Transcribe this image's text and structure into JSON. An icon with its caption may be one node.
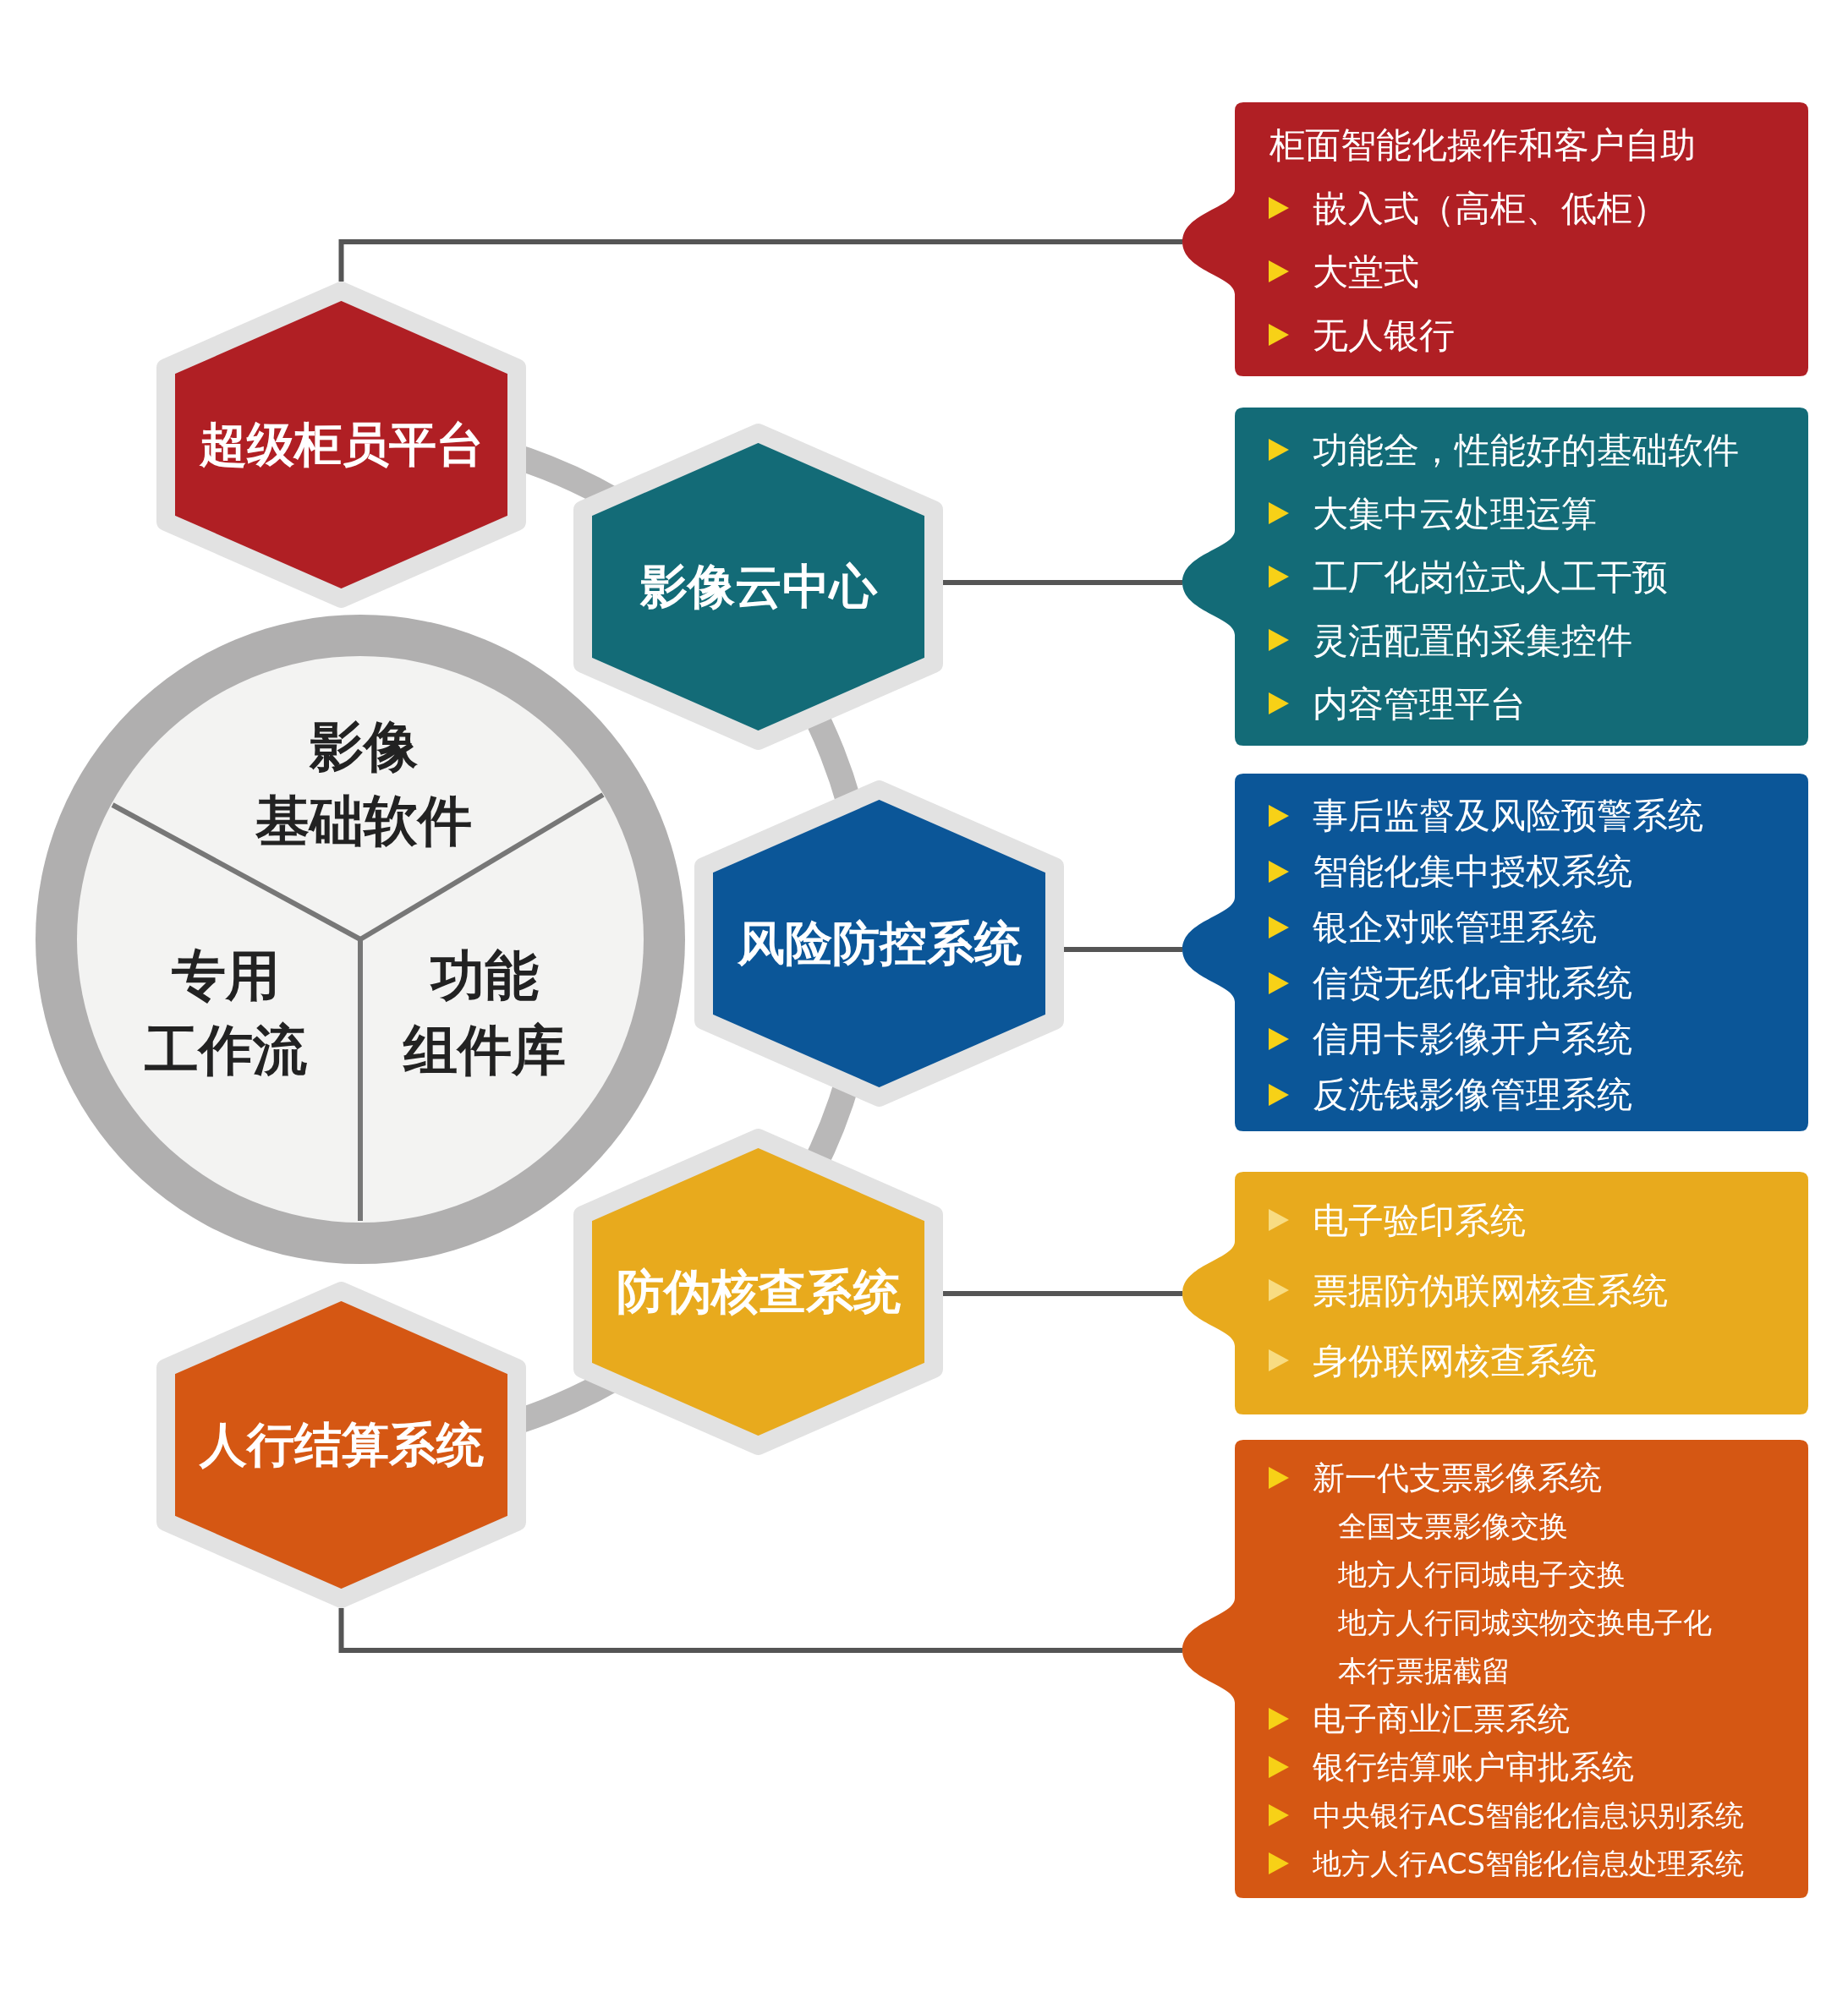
{
  "diagram": {
    "nodes": [
      {
        "text": [
          "影像基础软件",
          "专用工作流",
          "功能组件库"
        ]
      },
      {
        "text": [
          "超级柜员平台"
        ]
      },
      {
        "text": [
          "柜面智能化操作和客户自助",
          "嵌入式（高柜、低柜）",
          "大堂式",
          "无人银行"
        ]
      },
      {
        "text": [
          "影像云中心"
        ]
      },
      {
        "text": [
          "功能全，性能好的基础软件",
          "大集中云处理运算",
          "工厂化岗位式人工干预",
          "灵活配置的采集控件",
          "内容管理平台"
        ]
      },
      {
        "text": [
          "风险防控系统"
        ]
      },
      {
        "text": [
          "事后监督及风险预警系统",
          "智能化集中授权系统",
          "银企对账管理系统",
          "信贷无纸化审批系统",
          "信用卡影像开户系统",
          "反洗钱影像管理系统"
        ]
      },
      {
        "text": [
          "防伪核查系统"
        ]
      },
      {
        "text": [
          "电子验印系统",
          "票据防伪联网核查系统",
          "身份联网核查系统"
        ]
      },
      {
        "text": [
          "人行结算系统"
        ]
      },
      {
        "text": [
          "新一代支票影像系统",
          "全国支票影像交换",
          "地方人行同城电子交换",
          "地方人行同城实物交换电子化",
          "本行票据截留",
          "电子商业汇票系统",
          "银行结算账户审批系统",
          "中央银行ACS智能化信息识别系统",
          "地方人行ACS智能化信息处理系统"
        ]
      }
    ],
    "edges": [
      {
        "from": 1,
        "to": 2,
        "arrow": "none"
      },
      {
        "from": 3,
        "to": 4,
        "arrow": "none"
      },
      {
        "from": 5,
        "to": 6,
        "arrow": "none"
      },
      {
        "from": 7,
        "to": 8,
        "arrow": "none"
      },
      {
        "from": 9,
        "to": 10,
        "arrow": "none"
      }
    ]
  }
}
